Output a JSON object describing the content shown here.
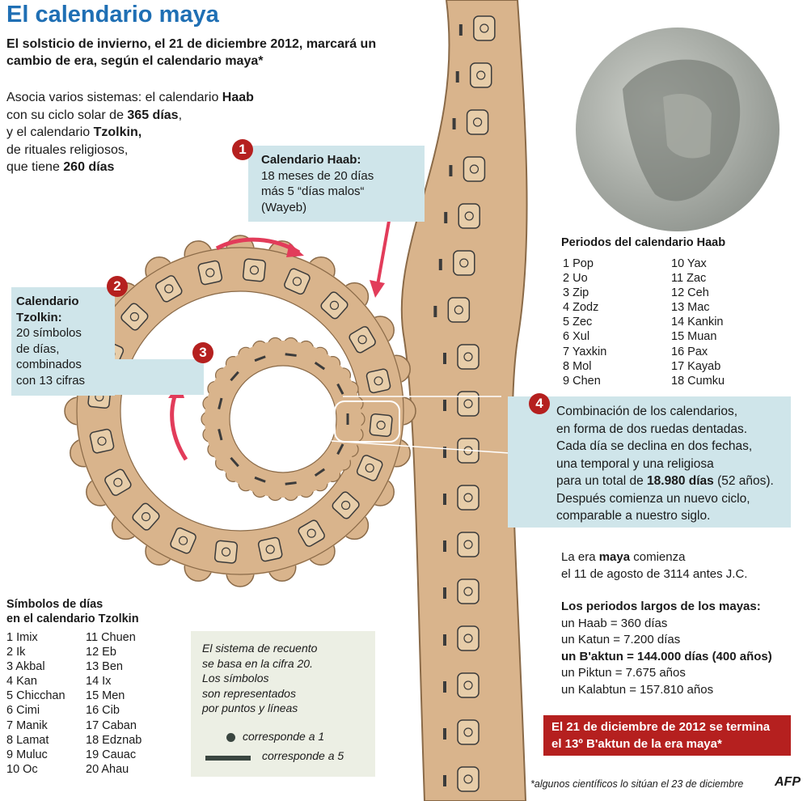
{
  "title": "El calendario maya",
  "subtitle": "El solsticio de invierno, el 21 de diciembre 2012, marcará un cambio de era, según el calendario maya*",
  "intro": {
    "l1a": "Asocia varios sistemas: el calendario ",
    "l1b": "Haab",
    "l2a": "con su ciclo solar de ",
    "l2b": "365 días",
    "l2c": ",",
    "l3a": "y el calendario ",
    "l3b": "Tzolkin,",
    "l4": "de rituales religiosos,",
    "l5a": "que tiene ",
    "l5b": "260 días"
  },
  "box1": {
    "num": "1",
    "title": "Calendario Haab:",
    "l1": "18 meses de 20 días",
    "l2": "más 5 “días malos“",
    "l3": "(Wayeb)"
  },
  "box2": {
    "num": "2",
    "t1": "Calendario",
    "t2": "Tzolkin:",
    "l1": "20 símbolos",
    "l2": "de días,",
    "l3": "combinados",
    "l4": "con 13 cifras"
  },
  "box3": {
    "num": "3"
  },
  "box4": {
    "num": "4",
    "l1": "Combinación de los calendarios,",
    "l2": "en forma de dos ruedas dentadas.",
    "l3": "Cada día se declina en dos fechas,",
    "l4": "una temporal y una religiosa",
    "l5a": "para un total de ",
    "l5b": "18.980 días",
    "l5c": " (52 años).",
    "l6": "Después comienza un nuevo ciclo,",
    "l7": "comparable a nuestro siglo."
  },
  "haab_periods": {
    "title": "Periodos del calendario Haab",
    "col1": [
      "1 Pop",
      "2 Uo",
      "3 Zip",
      "4 Zodz",
      "5 Zec",
      "6 Xul",
      "7 Yaxkin",
      "8 Mol",
      "9 Chen"
    ],
    "col2": [
      "10 Yax",
      "11 Zac",
      "12 Ceh",
      "13 Mac",
      "14 Kankin",
      "15 Muan",
      "16 Pax",
      "17 Kayab",
      "18 Cumku"
    ]
  },
  "era": {
    "l1a": "La era ",
    "l1b": "maya",
    "l1c": " comienza",
    "l2": "el 11 de agosto de 3114 antes J.C."
  },
  "long_periods": {
    "title": "Los periodos largos de los mayas:",
    "l1": "un Haab =  360 días",
    "l2": "un Katun = 7.200 días",
    "l3": "un B'aktun = 144.000 días (400 años)",
    "l4": "un Piktun = 7.675 años",
    "l5": "un Kalabtun = 157.810 años"
  },
  "red_note": {
    "l1": "El 21 de diciembre de 2012 se termina",
    "l2": "el 13º B'aktun de la era maya*"
  },
  "tzolkin_days": {
    "title1": "Símbolos de días",
    "title2": "en el calendario Tzolkin",
    "col1": [
      "1 Imix",
      "2 Ik",
      "3 Akbal",
      "4 Kan",
      "5 Chicchan",
      "6 Cimi",
      "7 Manik",
      "8 Lamat",
      "9 Muluc",
      "10 Oc"
    ],
    "col2": [
      "11 Chuen",
      "12 Eb",
      "13 Ben",
      "14 Ix",
      "15 Men",
      "16 Cib",
      "17 Caban",
      "18 Edznab",
      "19 Cauac",
      "20 Ahau"
    ]
  },
  "counting": {
    "l1": "El sistema de recuento",
    "l2": "se basa en la cifra 20.",
    "l3": "Los símbolos",
    "l4": "son representados",
    "l5": "por puntos y líneas",
    "dot_label": "corresponde a 1",
    "bar_label": "corresponde a 5"
  },
  "footnote": "*algunos científicos lo sitúan el 23 de diciembre",
  "credit": "AFP",
  "colors": {
    "title_blue": "#1f6fb4",
    "accent_red": "#b5201f",
    "box_blue": "#cfe5ea",
    "stone": "#d9b48c",
    "arrow_pink": "#e23c5a"
  }
}
